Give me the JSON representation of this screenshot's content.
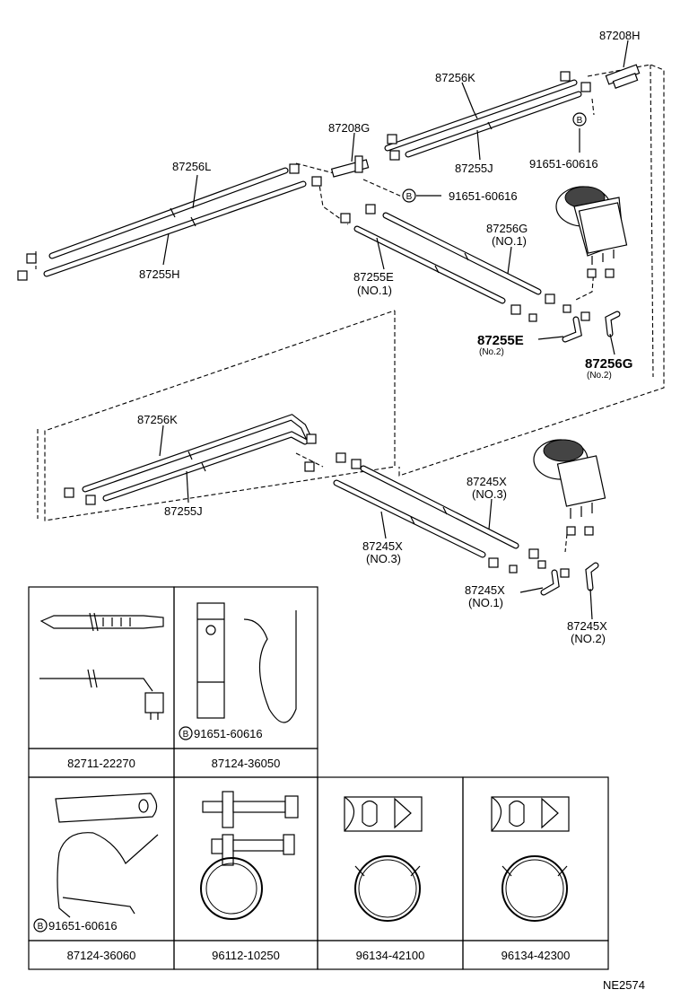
{
  "labels": {
    "p87208H": "87208H",
    "p87256K_top": "87256K",
    "p87208G": "87208G",
    "p87256L": "87256L",
    "p87255J_top": "87255J",
    "p91651_a": "91651-60616",
    "p91651_b": "91651-60616",
    "p87255H": "87255H",
    "p87256G": "87256G",
    "p87256G_no1": "(NO.1)",
    "p87255E": "87255E",
    "p87255E_no1": "(NO.1)",
    "p87255E2": "87255E",
    "p87255E2_no": "(No.2)",
    "p87256G2": "87256G",
    "p87256G2_no": "(No.2)",
    "p87256K_low": "87256K",
    "p87255J_low": "87255J",
    "p87245X_a": "87245X",
    "p87245X_a_no": "(NO.3)",
    "p87245X_b": "87245X",
    "p87245X_b_no": "(NO.3)",
    "p87245X_c": "87245X",
    "p87245X_c_no": "(NO.1)",
    "p87245X_d": "87245X",
    "p87245X_d_no": "(NO.2)",
    "b_marker": "B"
  },
  "table": {
    "row1": [
      "82711-22270",
      "87124-36050"
    ],
    "row2": [
      "87124-36060",
      "96112-10250",
      "96134-42100",
      "96134-42300"
    ],
    "ref_a": "91651-60616",
    "ref_b": "91651-60616"
  },
  "footer": {
    "code": "NE2574"
  }
}
